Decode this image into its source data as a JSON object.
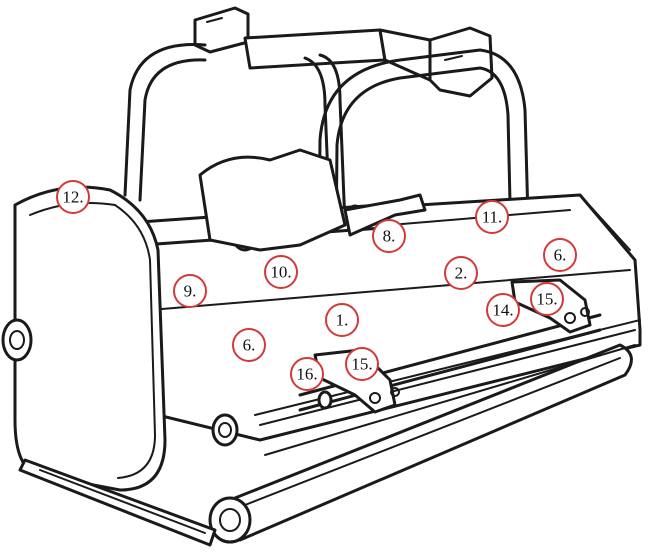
{
  "diagram": {
    "callouts": [
      {
        "id": "c1",
        "text": "1."
      },
      {
        "id": "c2",
        "text": "2."
      },
      {
        "id": "c6a",
        "text": "6."
      },
      {
        "id": "c6b",
        "text": "6."
      },
      {
        "id": "c8",
        "text": "8."
      },
      {
        "id": "c9",
        "text": "9."
      },
      {
        "id": "c10",
        "text": "10."
      },
      {
        "id": "c11",
        "text": "11."
      },
      {
        "id": "c12",
        "text": "12."
      },
      {
        "id": "c14",
        "text": "14."
      },
      {
        "id": "c15a",
        "text": "15."
      },
      {
        "id": "c15b",
        "text": "15."
      },
      {
        "id": "c16",
        "text": "16."
      }
    ],
    "colors": {
      "outline": "#1a1a1a",
      "callout_ring": "#d23a3a"
    }
  }
}
